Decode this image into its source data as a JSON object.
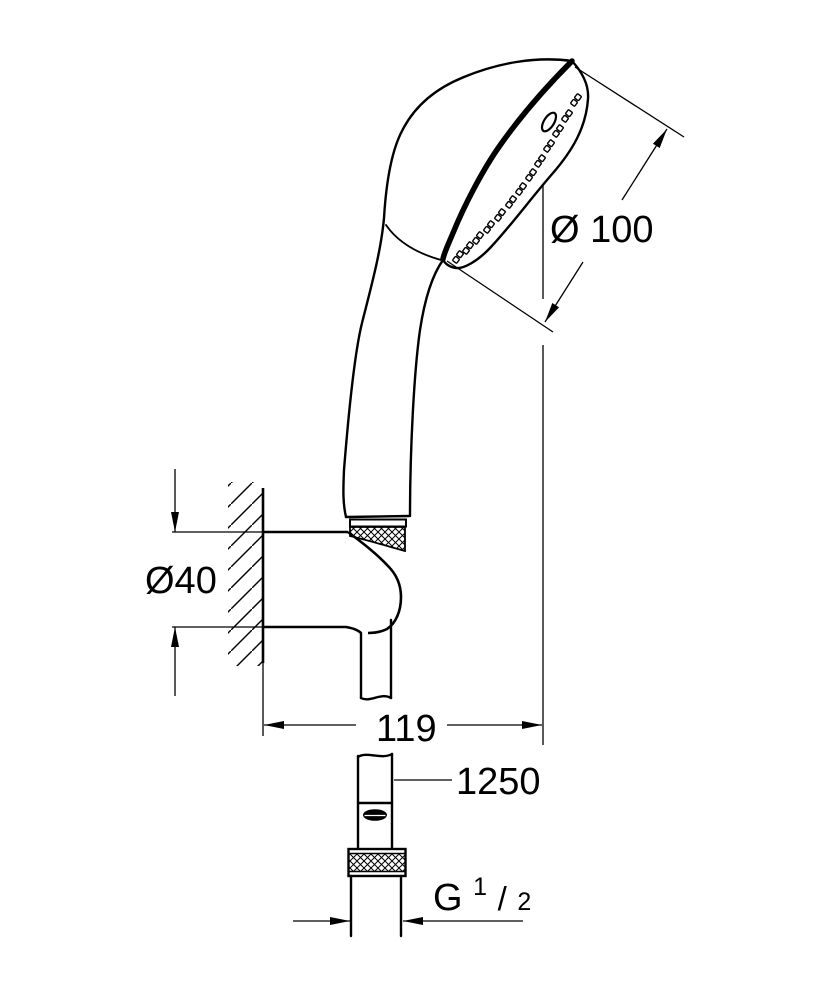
{
  "drawing": {
    "title": "hand-shower-wall-holder-set-technical-drawing",
    "colors": {
      "line": "#000000",
      "background": "#ffffff"
    },
    "labels": {
      "head_diameter": "Ø 100",
      "holder_diameter": "Ø40",
      "holder_offset": "119",
      "hose_length": "1250",
      "thread_letter": "G",
      "thread_numerator": "1",
      "thread_slash": "/",
      "thread_denominator": "2"
    }
  }
}
